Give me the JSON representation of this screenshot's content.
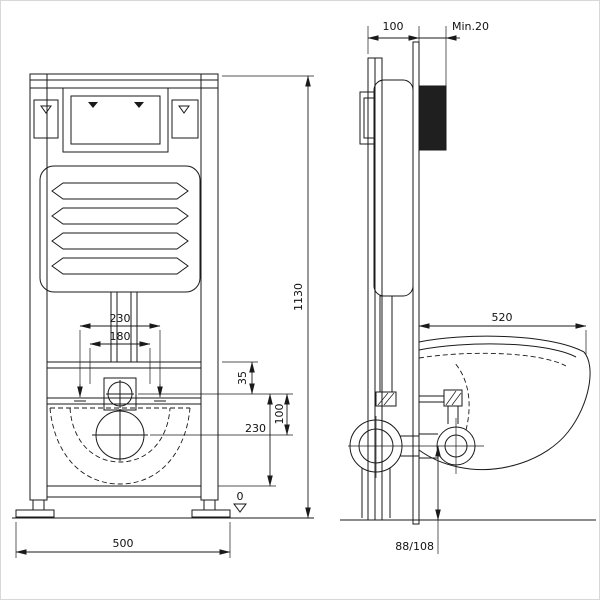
{
  "drawing": {
    "front": {
      "bolt_spacing_outer": "230",
      "bolt_spacing_inner": "180",
      "offset_top": "35",
      "drain_height": "230",
      "drain_offset": "100",
      "total_height": "1130",
      "frame_width": "500",
      "floor_level": "0"
    },
    "side": {
      "frame_depth": "100",
      "min_clearance": "Min.20",
      "bowl_depth": "520",
      "outlet_height": "88/108"
    }
  }
}
